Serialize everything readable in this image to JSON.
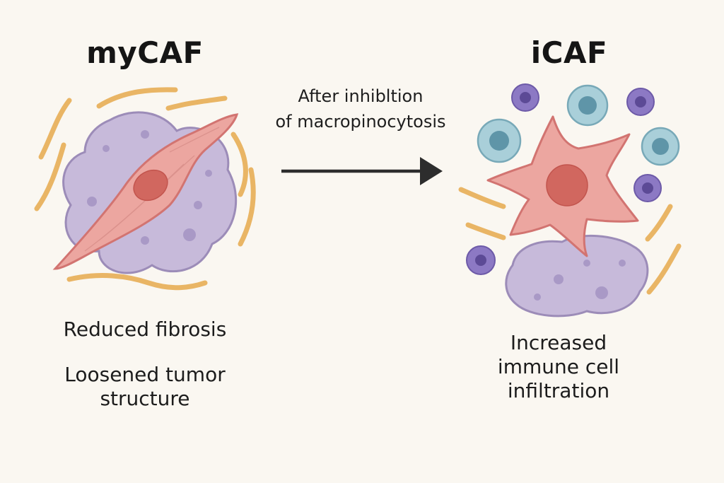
{
  "left_panel": {
    "title": "myCAF",
    "effects": [
      "Reduced fibrosis",
      "Loosened tumor structure"
    ],
    "effect_lines": {
      "fibrosis": "Reduced fibrosis",
      "loosened_line1": "Loosened tumor",
      "loosened_line2": "structure"
    }
  },
  "transition": {
    "label_line1": "After inhibltion",
    "label_line2": "of macropinocytosis"
  },
  "right_panel": {
    "title": "iCAF",
    "effect_lines": {
      "line1": "Increased",
      "line2": "immune cell",
      "line3": "infiltration"
    }
  },
  "colors": {
    "background": "#faf7f1",
    "tumor_cell": "#c7bada",
    "tumor_cell_outline": "#9c8cb8",
    "fibroblast": "#eca6a0",
    "fibroblast_outline": "#d27471",
    "nucleus": "#d1675f",
    "collagen_fiber": "#e9b565",
    "immune_cell_teal": "#a9cfd9",
    "immune_cell_purple": "#8c79c4",
    "arrow": "#2d2d2d"
  }
}
